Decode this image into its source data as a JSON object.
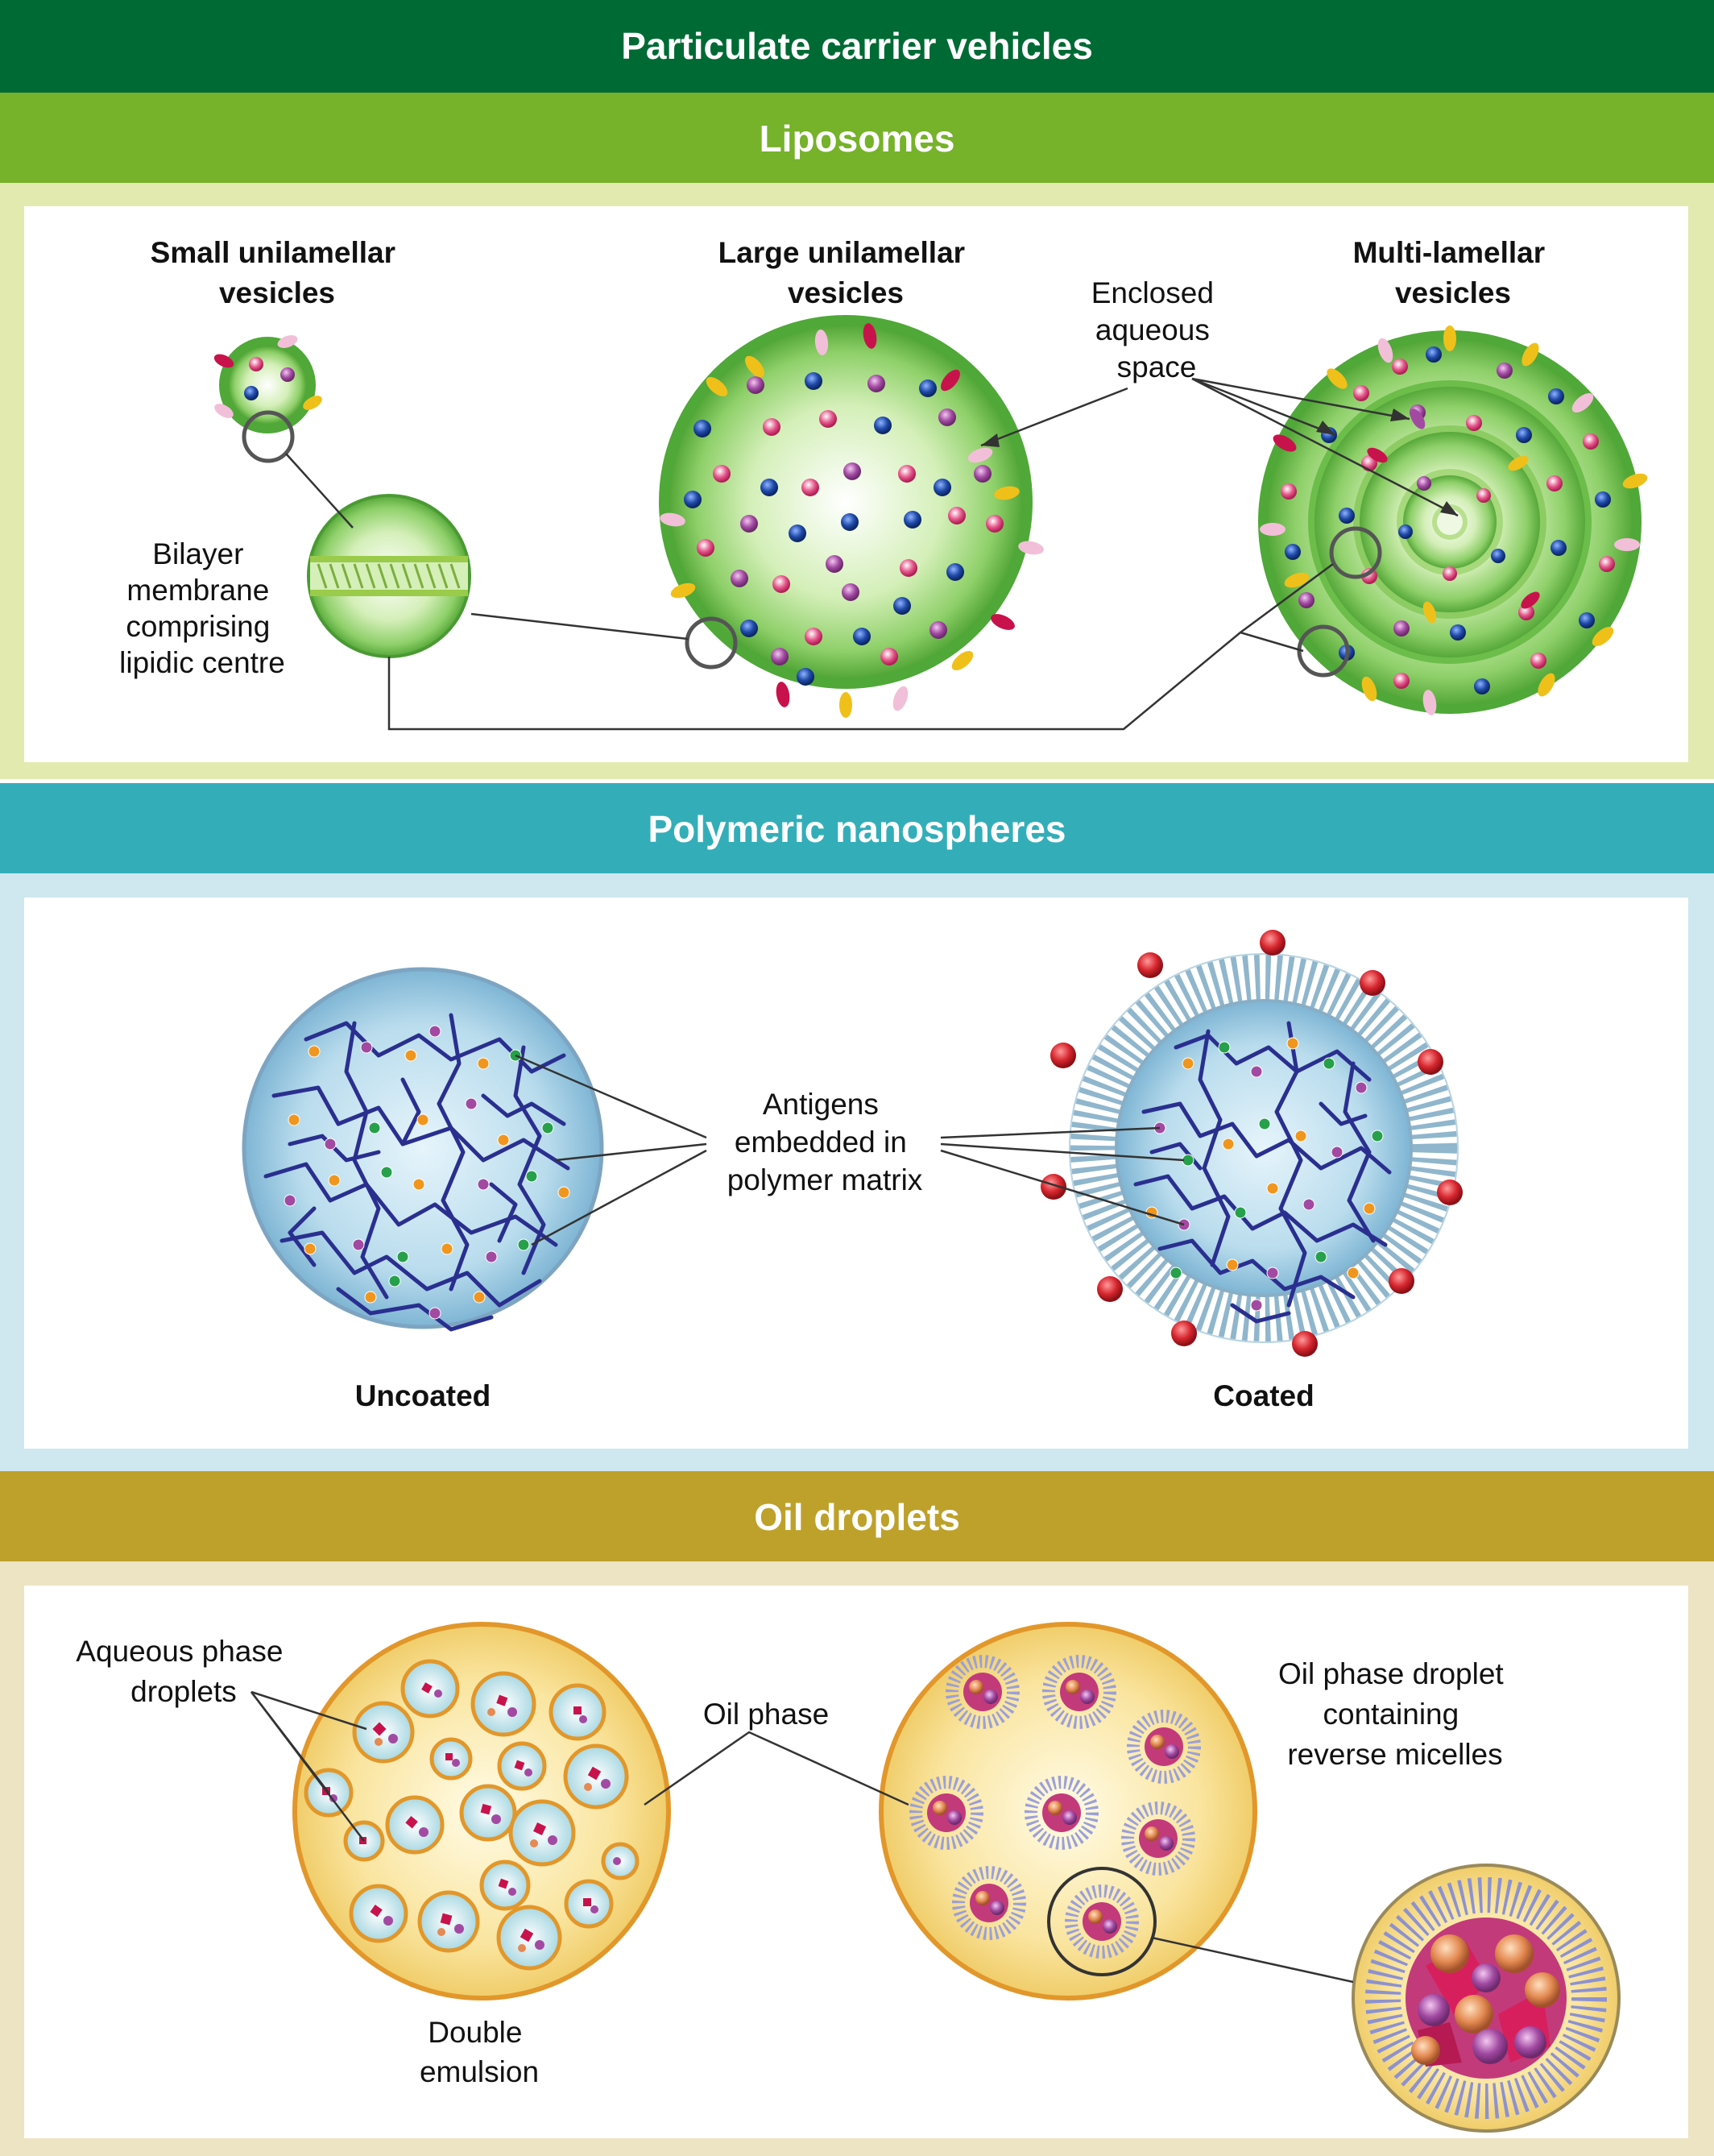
{
  "title": "Particulate carrier vehicles",
  "sections": {
    "liposomes": {
      "header": "Liposomes",
      "small_label": [
        "Small unilamellar",
        "vesicles"
      ],
      "large_label": [
        "Large unilamellar",
        "vesicles"
      ],
      "multi_label": [
        "Multi-lamellar",
        "vesicles"
      ],
      "aqueous_label": [
        "Enclosed",
        "aqueous",
        "space"
      ],
      "bilayer_label": [
        "Bilayer",
        "membrane",
        "comprising",
        "lipidic centre"
      ]
    },
    "polymeric": {
      "header": "Polymeric nanospheres",
      "antigens_label": [
        "Antigens",
        "embedded in",
        "polymer matrix"
      ],
      "uncoated_label": "Uncoated",
      "coated_label": "Coated"
    },
    "oil": {
      "header": "Oil droplets",
      "aqueous_droplets_label": [
        "Aqueous phase",
        "droplets"
      ],
      "oil_phase_label": "Oil phase",
      "double_emulsion_label": [
        "Double",
        "emulsion"
      ],
      "reverse_micelles_label": [
        "Oil phase droplet",
        "containing",
        "reverse micelles"
      ]
    }
  },
  "colors": {
    "title_bar": "#006a34",
    "liposome_bar": "#76b22a",
    "liposome_panel": "#e2eaaf",
    "polymeric_bar": "#33aeb9",
    "polymeric_panel": "#cfe7ee",
    "oil_bar": "#bea12a",
    "oil_panel": "#ede4c3"
  }
}
